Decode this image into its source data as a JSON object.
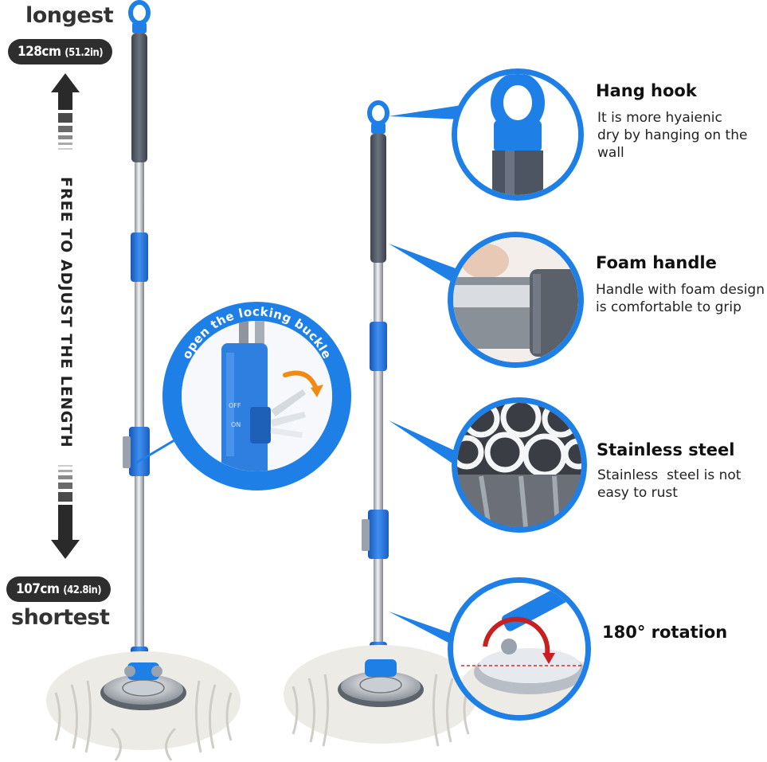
{
  "length": {
    "longest_label": "longest",
    "longest_value": "128cm",
    "longest_value_in": "(51.2in)",
    "shortest_label": "shortest",
    "shortest_value": "107cm",
    "shortest_value_in": "(42.8in)",
    "adjust_text": "FREE TO ADJUST THE LENGTH"
  },
  "buckle": {
    "label": "open the locking buckle",
    "off_label": "OFF",
    "on_label": "ON"
  },
  "features": [
    {
      "title": "Hang hook",
      "desc": "It is more hyaienic dry by hanging on the wall",
      "icon": "hang-hook-icon"
    },
    {
      "title": "Foam handle",
      "desc": "Handle with foam design is comfortable to grip",
      "icon": "foam-handle-icon"
    },
    {
      "title": "Stainless  steel",
      "desc": "Stainless  steel is not easy to rust",
      "icon": "steel-tubes-icon"
    },
    {
      "title": "180° rotation",
      "desc": "",
      "icon": "rotation-icon"
    }
  ],
  "colors": {
    "accent": "#1e7fe6",
    "pill": "#2e2e2e",
    "handle": "#5a6270",
    "steel": "#b9bec6"
  }
}
